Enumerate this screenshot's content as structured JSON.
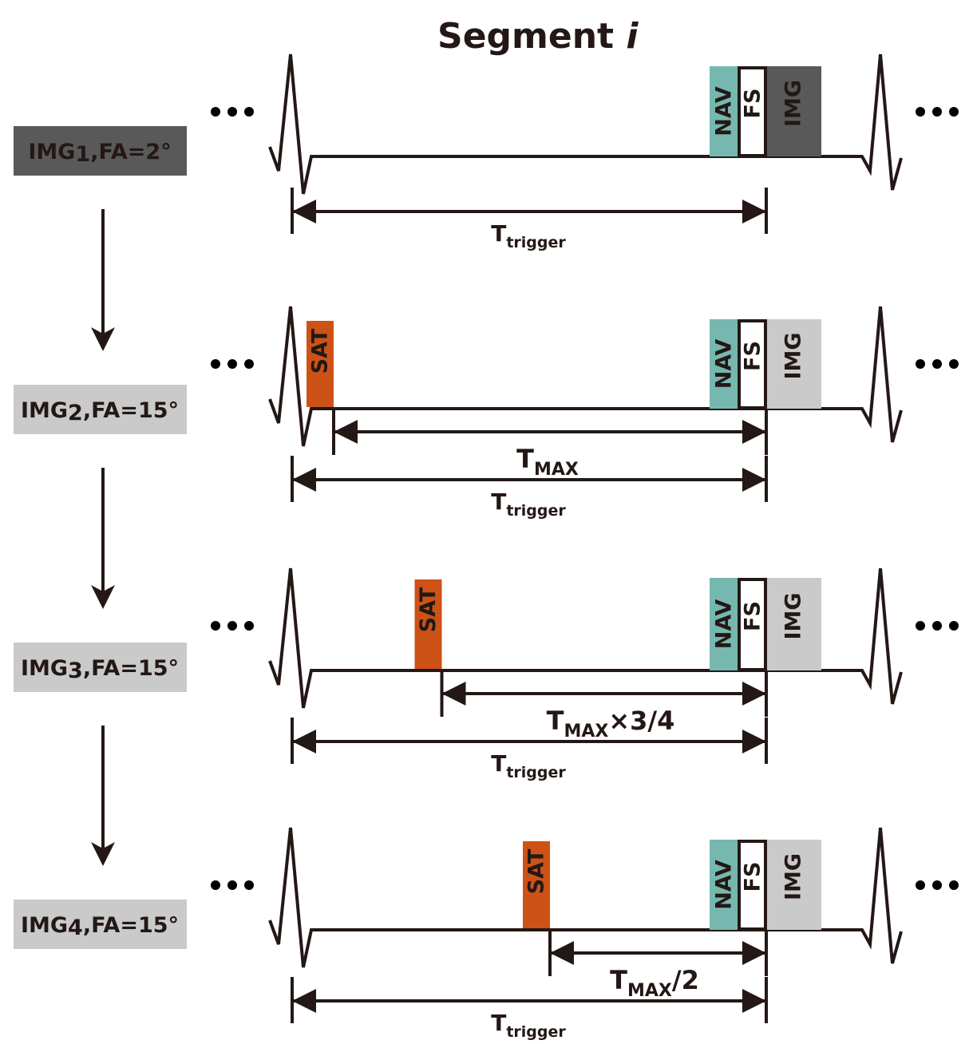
{
  "title": {
    "main": "Segment ",
    "italic": "i"
  },
  "colors": {
    "ink": "#231815",
    "nav": "#76B8AF",
    "sat": "#CD5217",
    "img_dark": "#595959",
    "img_light": "#C9CAC9",
    "fs": "#FFFFFF"
  },
  "ellipsis": "•••",
  "block_labels": {
    "nav": "NAV",
    "fs": "FS",
    "img": "IMG",
    "sat": "SAT"
  },
  "rows": [
    {
      "label": {
        "prefix": "IMG",
        "sub": "1",
        "suffix": ",FA=2°"
      },
      "variant": "dark",
      "has_sat": false,
      "sat_delay_label": null,
      "trigger_label": {
        "main": "T",
        "sub": "trigger"
      }
    },
    {
      "label": {
        "prefix": "IMG",
        "sub": "2",
        "suffix": ",FA=15°"
      },
      "variant": "light",
      "has_sat": true,
      "sat_fraction_of_tmax": 1,
      "sat_delay_label": {
        "main": "T",
        "sub": "MAX",
        "suffix": ""
      },
      "trigger_label": {
        "main": "T",
        "sub": "trigger"
      }
    },
    {
      "label": {
        "prefix": "IMG",
        "sub": "3",
        "suffix": ",FA=15°"
      },
      "variant": "light",
      "has_sat": true,
      "sat_fraction_of_tmax": 0.75,
      "sat_delay_label": {
        "main": "T",
        "sub": "MAX",
        "suffix": "×3/4"
      },
      "trigger_label": {
        "main": "T",
        "sub": "trigger"
      }
    },
    {
      "label": {
        "prefix": "IMG",
        "sub": "4",
        "suffix": ",FA=15°"
      },
      "variant": "light",
      "has_sat": true,
      "sat_fraction_of_tmax": 0.5,
      "sat_delay_label": {
        "main": "T",
        "sub": "MAX",
        "suffix": "/2"
      },
      "trigger_label": {
        "main": "T",
        "sub": "trigger"
      }
    }
  ]
}
